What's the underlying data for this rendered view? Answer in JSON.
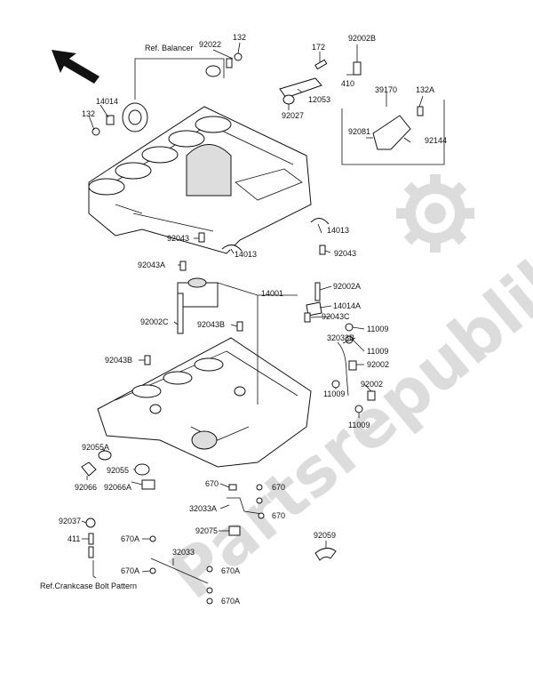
{
  "watermark": {
    "text": "Partsrepublik",
    "color": "#d9d9d9"
  },
  "icons": {
    "direction": "arrow-up-left-icon",
    "watermark_gear": "gear-icon"
  },
  "labels": {
    "ref_balancer": "Ref. Balancer",
    "ref_bolt_pattern": "Ref.Crankcase Bolt Pattern",
    "p92022": "92022",
    "p132_top": "132",
    "p172": "172",
    "p92002b": "92002B",
    "p410": "410",
    "p12053": "12053",
    "p92027": "92027",
    "p39170": "39170",
    "p132a": "132A",
    "p92081": "92081",
    "p92144": "92144",
    "p14014": "14014",
    "p132_left": "132",
    "p14013_right": "14013",
    "p92043_top": "92043",
    "p14013_bottom": "14013",
    "p92043_right": "92043",
    "p92043a": "92043A",
    "p14001": "14001",
    "p92002a": "92002A",
    "p14014a": "14014A",
    "p92043c": "92043C",
    "p92002c": "92002C",
    "p92043b_mid": "92043B",
    "p11009_a": "11009",
    "p32033b": "32033B",
    "p11009_b": "11009",
    "p92043b_left": "92043B",
    "p92002_a": "92002",
    "p92002_b": "92002",
    "p11009_c": "11009",
    "p11009_d": "11009",
    "p92055a": "92055A",
    "p92055": "92055",
    "p92066": "92066",
    "p92066a": "92066A",
    "p670_a": "670",
    "p670_b": "670",
    "p32033a": "32033A",
    "p670_c": "670",
    "p92075": "92075",
    "p92037": "92037",
    "p411": "411",
    "p670a_a": "670A",
    "p32033": "32033",
    "p92059": "92059",
    "p670a_b": "670A",
    "p670a_c": "670A",
    "p670a_d": "670A"
  }
}
